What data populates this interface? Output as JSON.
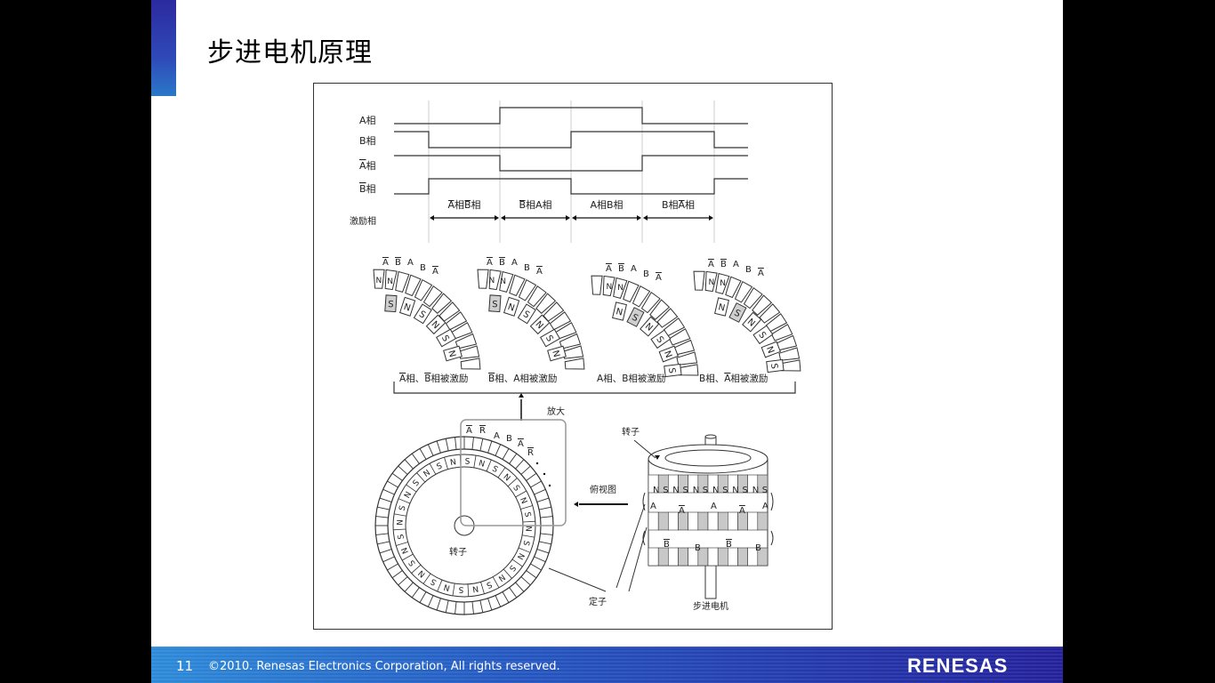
{
  "slide": {
    "title": "步进电机原理",
    "page_number": "11",
    "copyright": "©2010. Renesas Electronics Corporation, All rights reserved.",
    "logo": "RENESAS"
  },
  "timing": {
    "rows": [
      {
        "bar": "",
        "name": "A",
        "suffix": "相"
      },
      {
        "bar": "",
        "name": "B",
        "suffix": "相"
      },
      {
        "bar": "A",
        "name": "",
        "suffix": "相"
      },
      {
        "bar": "B",
        "name": "",
        "suffix": "相"
      }
    ],
    "excitation_label": "激励相",
    "phases": [
      {
        "p1": "A",
        "p1bar": true,
        "p2": "B",
        "p2bar": true,
        "s": "相"
      },
      {
        "p1": "B",
        "p1bar": true,
        "p2": "A",
        "p2bar": false,
        "s": "相"
      },
      {
        "p1": "A",
        "p1bar": false,
        "p2": "B",
        "p2bar": false,
        "s": "相"
      },
      {
        "p1": "B",
        "p1bar": false,
        "p2": "A",
        "p2bar": true,
        "s": "相"
      }
    ],
    "seg_texts": [
      "A相B相",
      "B相A相",
      "A相B相",
      "B相A相"
    ]
  },
  "arcs": {
    "stator_labels": [
      "A",
      "B",
      "A",
      "B",
      "A"
    ],
    "stator_label_bars": [
      true,
      true,
      false,
      false,
      true
    ],
    "rotor_poles": [
      [
        "S",
        "N",
        "S",
        "N",
        "S",
        "N"
      ],
      [
        "S",
        "N",
        "S",
        "N",
        "S",
        "N"
      ],
      [
        "N",
        "S",
        "N",
        "S",
        "N",
        "S"
      ],
      [
        "N",
        "S",
        "N",
        "S",
        "N",
        "S"
      ]
    ],
    "captions": [
      "A相、B相被激励",
      "B相、A相被激励",
      "A相、B相被激励",
      "B相、A相被激励"
    ],
    "caption_parts": [
      [
        "A",
        "相、",
        "B",
        "相被激励"
      ],
      [
        "B",
        "相、",
        "A",
        "相被激励"
      ],
      [
        "A",
        "相、",
        "B",
        "相被激励"
      ],
      [
        "B",
        "相、",
        "A",
        "相被激励"
      ]
    ],
    "caption_bars": [
      [
        true,
        true
      ],
      [
        true,
        false
      ],
      [
        false,
        false
      ],
      [
        false,
        true
      ]
    ]
  },
  "bottom": {
    "zoom_label": "放大",
    "top_view_label": "俯视图",
    "rotor_label": "转子",
    "rotor_label_right": "转子",
    "stator_label": "定子",
    "motor_label": "步进电机",
    "ring_labels": [
      "A",
      "R",
      "A",
      "B",
      "A",
      "R"
    ],
    "ring_bars": [
      true,
      true,
      false,
      false,
      true,
      true
    ],
    "rotor_ring_poles": [
      "N",
      "S",
      "N",
      "S",
      "N",
      "S",
      "N",
      "S",
      "N",
      "S",
      "N",
      "S",
      "N",
      "S",
      "N",
      "S",
      "N",
      "S",
      "N",
      "S",
      "N",
      "S",
      "N",
      "S",
      "N",
      "S",
      "N",
      "S"
    ],
    "motor_top_poles": [
      "N",
      "S",
      "N",
      "S",
      "N",
      "S",
      "N",
      "S",
      "N",
      "S",
      "N",
      "S"
    ],
    "motor_a_row": [
      "A",
      "A",
      "A",
      "A",
      "A"
    ],
    "motor_a_bars": [
      false,
      true,
      false,
      true,
      false
    ],
    "motor_b_row": [
      "B",
      "B",
      "B",
      "B"
    ],
    "motor_b_bars": [
      true,
      false,
      true,
      false
    ]
  },
  "colors": {
    "footer_blue": "#2456c0",
    "tooth_gray": "#cfcfcf",
    "line": "#333333"
  }
}
